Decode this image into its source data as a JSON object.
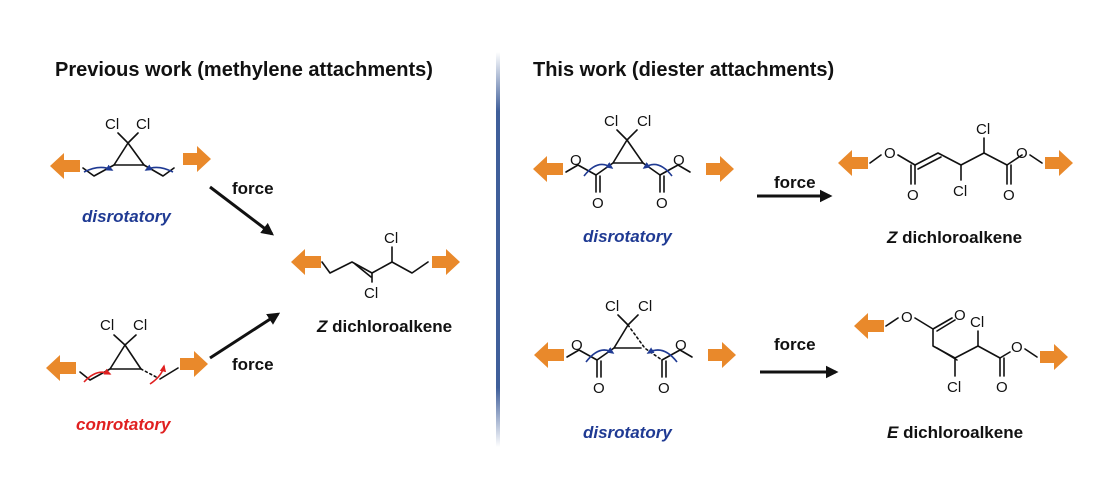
{
  "headings": {
    "previous": "Previous work (methylene attachments)",
    "this": "This work (diester attachments)"
  },
  "labels": {
    "force": "force",
    "disrotatory": "disrotatory",
    "conrotatory": "conrotatory",
    "z_prefix": "Z",
    "e_prefix": "E",
    "dichloroalkene": "dichloroalkene"
  },
  "atoms": {
    "cl": "Cl",
    "o": "O"
  },
  "colors": {
    "pull_arrow": "#e9892b",
    "disrotatory": "#1f3a93",
    "conrotatory": "#e02020",
    "divider": "#2a4d8f"
  },
  "icons": [
    "pull-arrow-icon",
    "rotation-arrow-icon",
    "reaction-arrow-icon"
  ]
}
